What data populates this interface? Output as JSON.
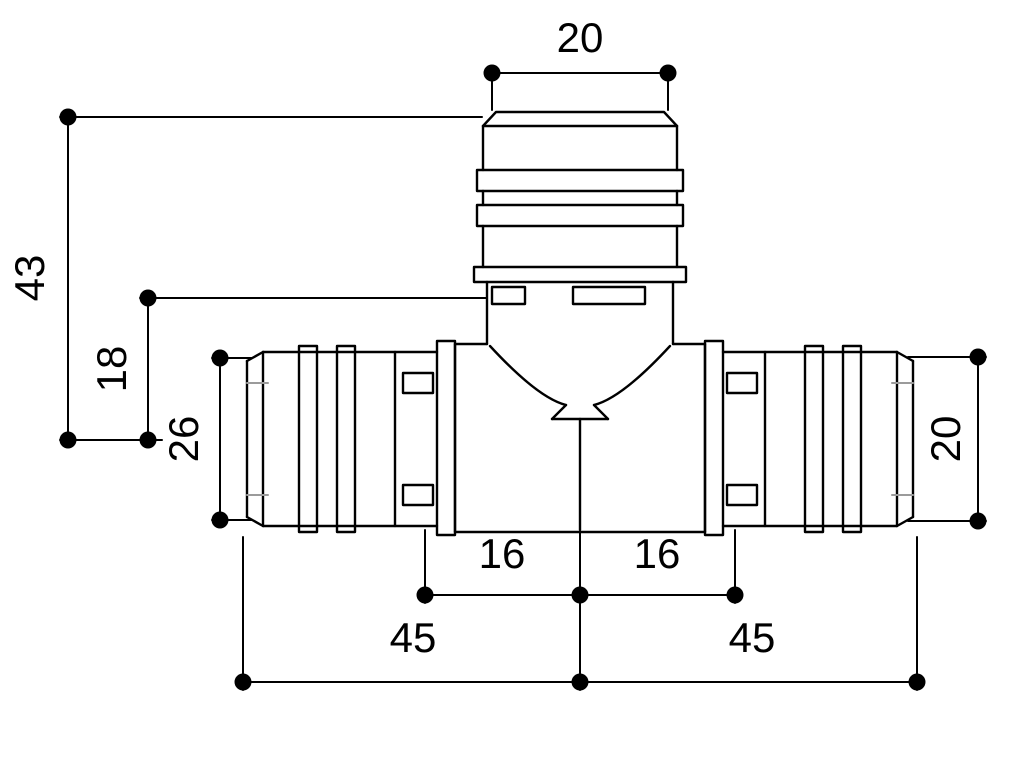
{
  "drawing": {
    "background": "#ffffff",
    "line_color": "#000000",
    "bore_line_color": "#9b9b9b",
    "dimensions": {
      "branch_width": "20",
      "total_height": "43",
      "insert_depth": "18",
      "left_od": "26",
      "right_od": "20",
      "center_to_left": "16",
      "center_to_right": "16",
      "left_length": "45",
      "right_length": "45"
    }
  }
}
